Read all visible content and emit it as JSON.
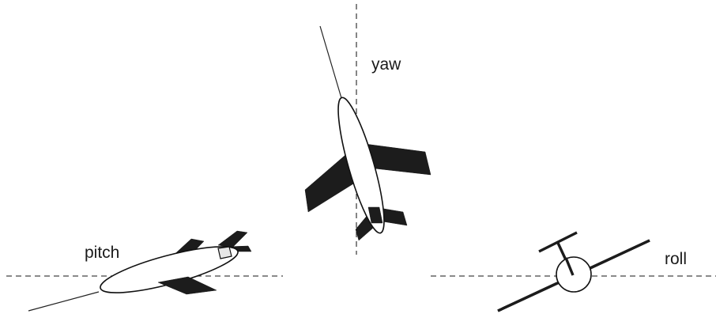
{
  "labels": {
    "yaw": "yaw",
    "pitch": "pitch",
    "roll": "roll"
  },
  "colors": {
    "ink": "#1c1c1c",
    "axis": "#444444",
    "background": "#ffffff"
  }
}
